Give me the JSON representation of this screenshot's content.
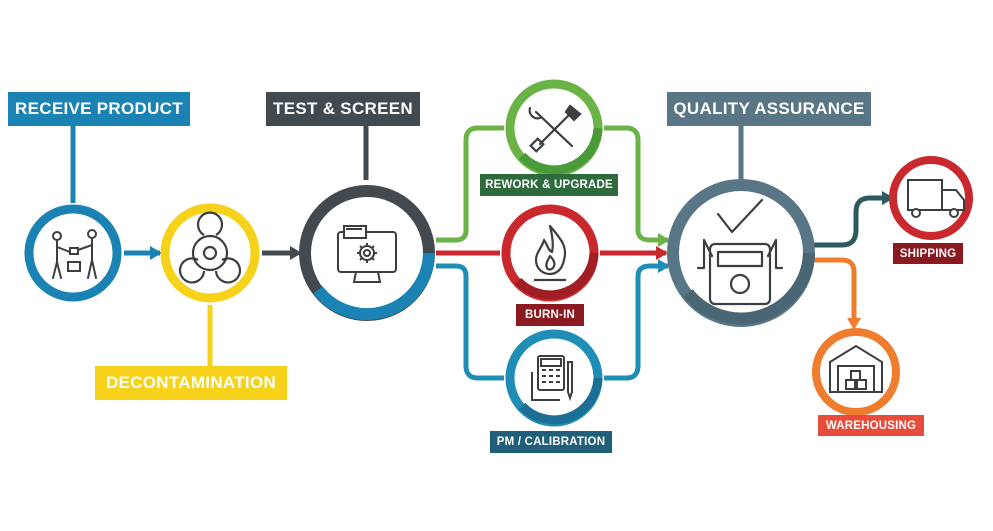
{
  "colors": {
    "receive": "#1b83b3",
    "decon": "#f6d21a",
    "test": "#424a50",
    "rework": "#6bb346",
    "rework_label": "#2e6b3c",
    "burn": "#c9282d",
    "burn_label": "#8a1a1f",
    "pm": "#1f8db5",
    "pm_label": "#1f5f7a",
    "qa": "#587685",
    "shipping": "#c9282d",
    "shipping_label": "#8a1a1f",
    "ware": "#ef7d2d",
    "ware_label": "#e84d3c",
    "icon": "#3b3f42"
  },
  "labels": {
    "receive": "RECEIVE PRODUCT",
    "decon": "DECONTAMINATION",
    "test": "TEST & SCREEN",
    "rework": "REWORK & UPGRADE",
    "burn": "BURN-IN",
    "pm": "PM / CALIBRATION",
    "qa": "QUALITY ASSURANCE",
    "shipping": "SHIPPING",
    "ware": "WAREHOUSING"
  },
  "icons": {
    "receive": "handover-box-icon",
    "decon": "biohazard-icon",
    "test": "monitor-gear-icon",
    "rework": "wrench-screwdriver-icon",
    "burn": "flame-icon",
    "pm": "calculator-ruler-icon",
    "qa": "multimeter-check-icon",
    "shipping": "truck-icon",
    "ware": "warehouse-icon"
  }
}
